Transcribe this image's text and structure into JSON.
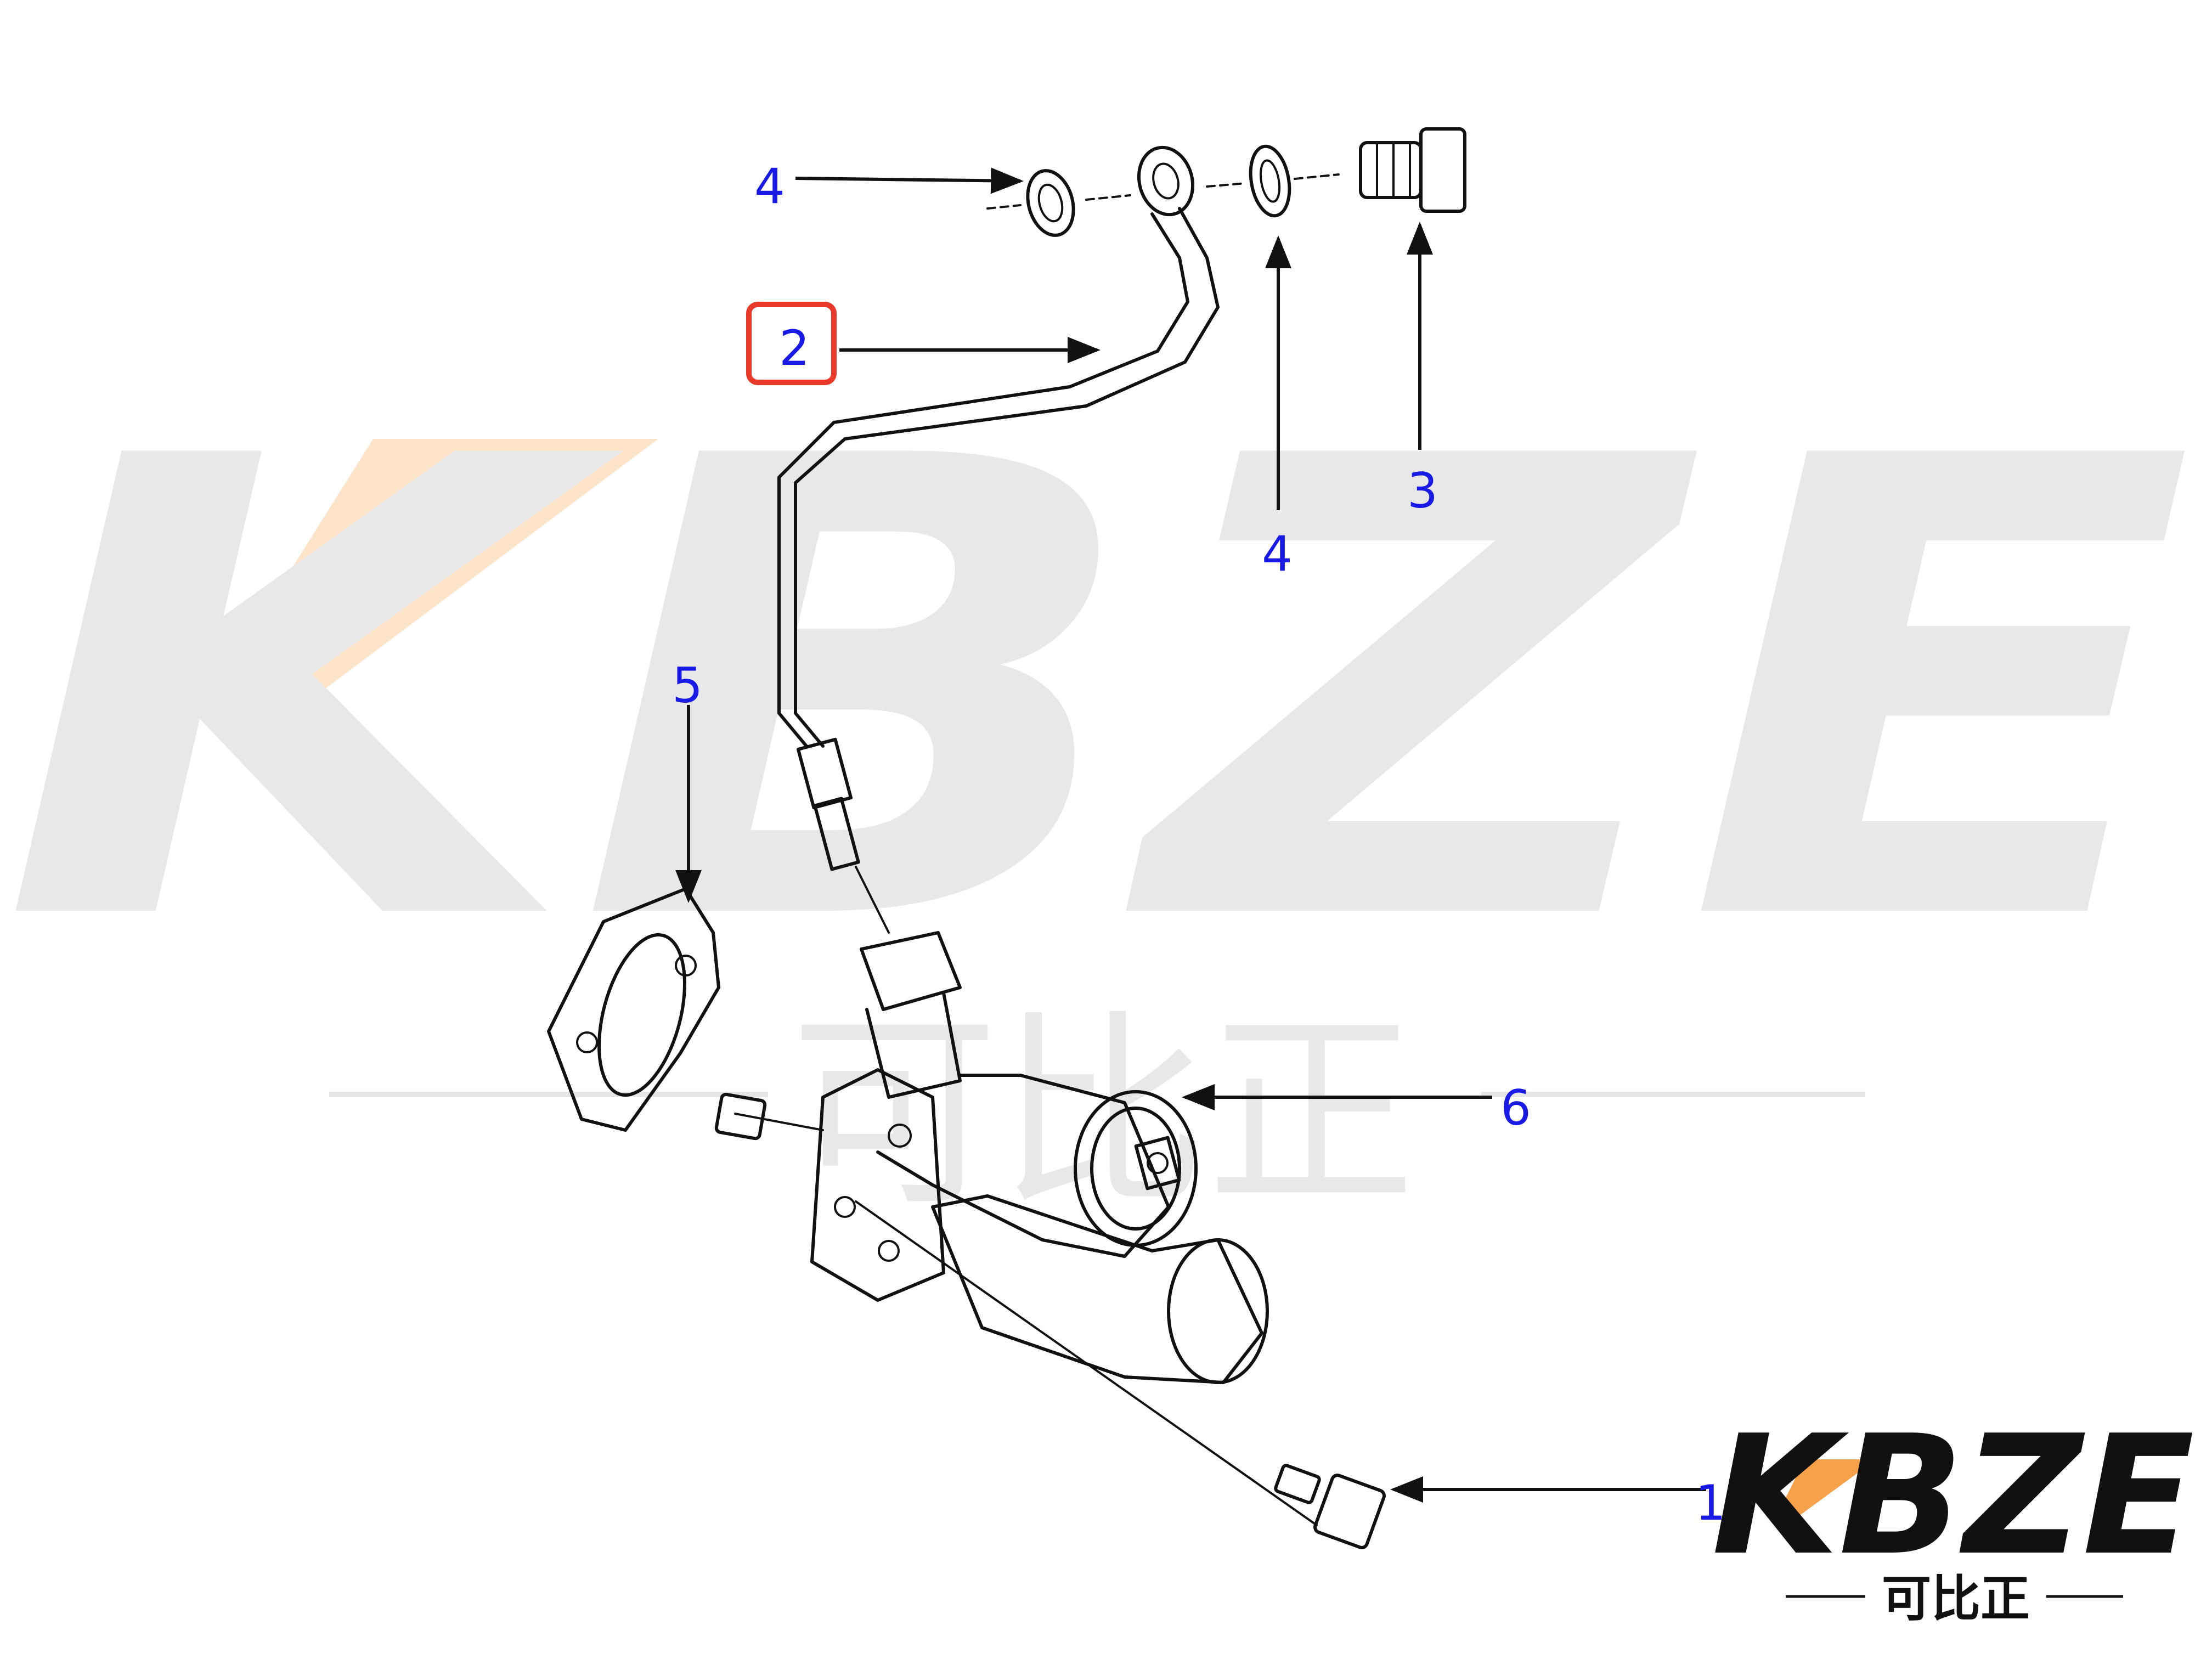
{
  "watermark": {
    "brand": "KBZE",
    "subtitle": "可比正",
    "accent_color": "#f7a24b"
  },
  "callouts": [
    {
      "id": "callout-4-top",
      "label": "4"
    },
    {
      "id": "callout-2",
      "label": "2",
      "highlighted": true,
      "highlight_color": "#e8392b"
    },
    {
      "id": "callout-4-right",
      "label": "4"
    },
    {
      "id": "callout-3",
      "label": "3"
    },
    {
      "id": "callout-5",
      "label": "5"
    },
    {
      "id": "callout-6",
      "label": "6"
    },
    {
      "id": "callout-1",
      "label": "1"
    }
  ],
  "logo": {
    "brand": "KBZE",
    "subtitle": "可比正",
    "accent_color": "#f7a24b",
    "text_color": "#111111"
  }
}
